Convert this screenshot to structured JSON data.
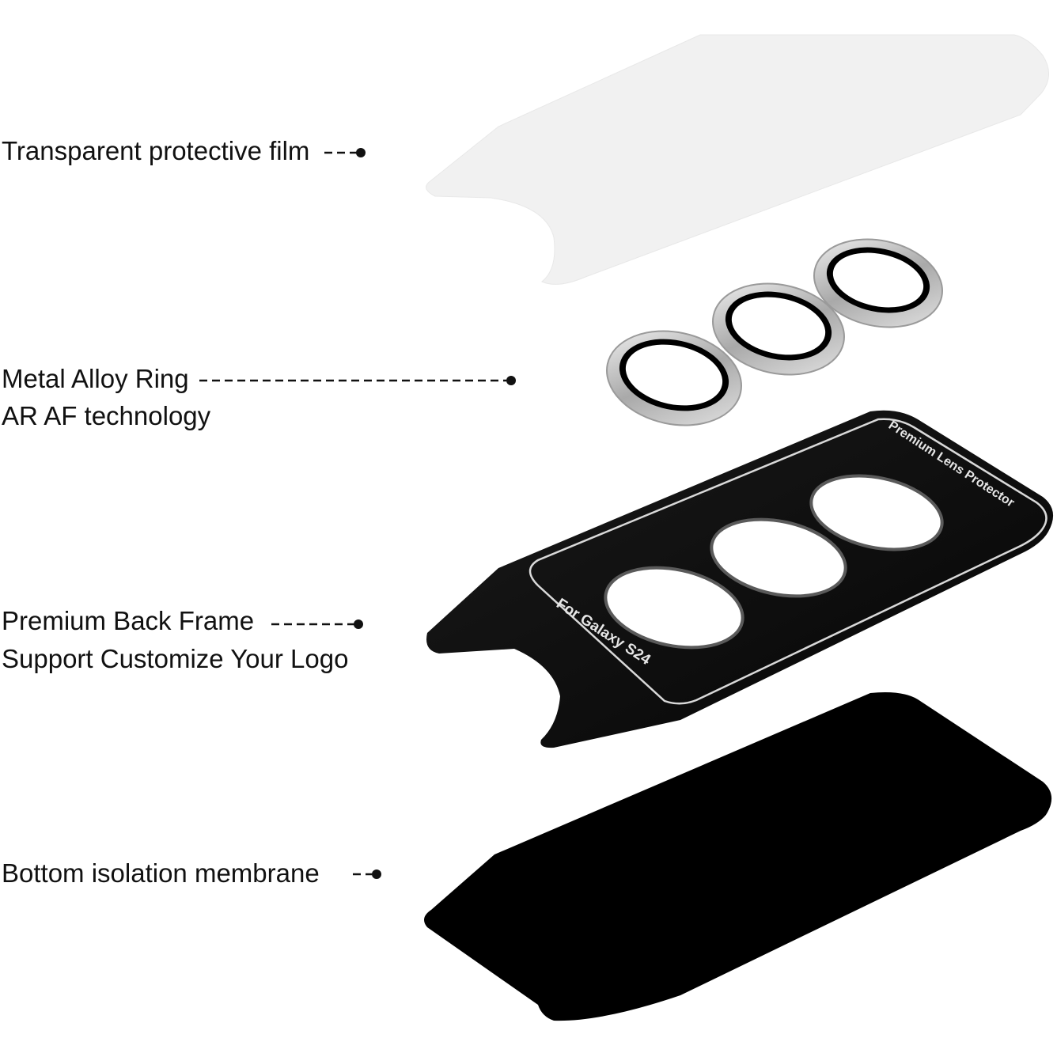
{
  "layers": {
    "film": {
      "label": "Transparent protective film"
    },
    "ring": {
      "label_line1": "Metal Alloy Ring",
      "label_line2": "AR AF technology"
    },
    "frame": {
      "label_line1": "Premium Back Frame",
      "label_line2": "Support Customize Your Logo",
      "engraving_top": "Premium Lens Protector",
      "engraving_side": "For Galaxy S24"
    },
    "membrane": {
      "label": "Bottom isolation membrane"
    }
  },
  "colors": {
    "film": "#f1f1f1",
    "frame": "#0c0c0c",
    "membrane": "#000000",
    "ring_metal": "#c9c9c9",
    "leader": "#111111"
  }
}
